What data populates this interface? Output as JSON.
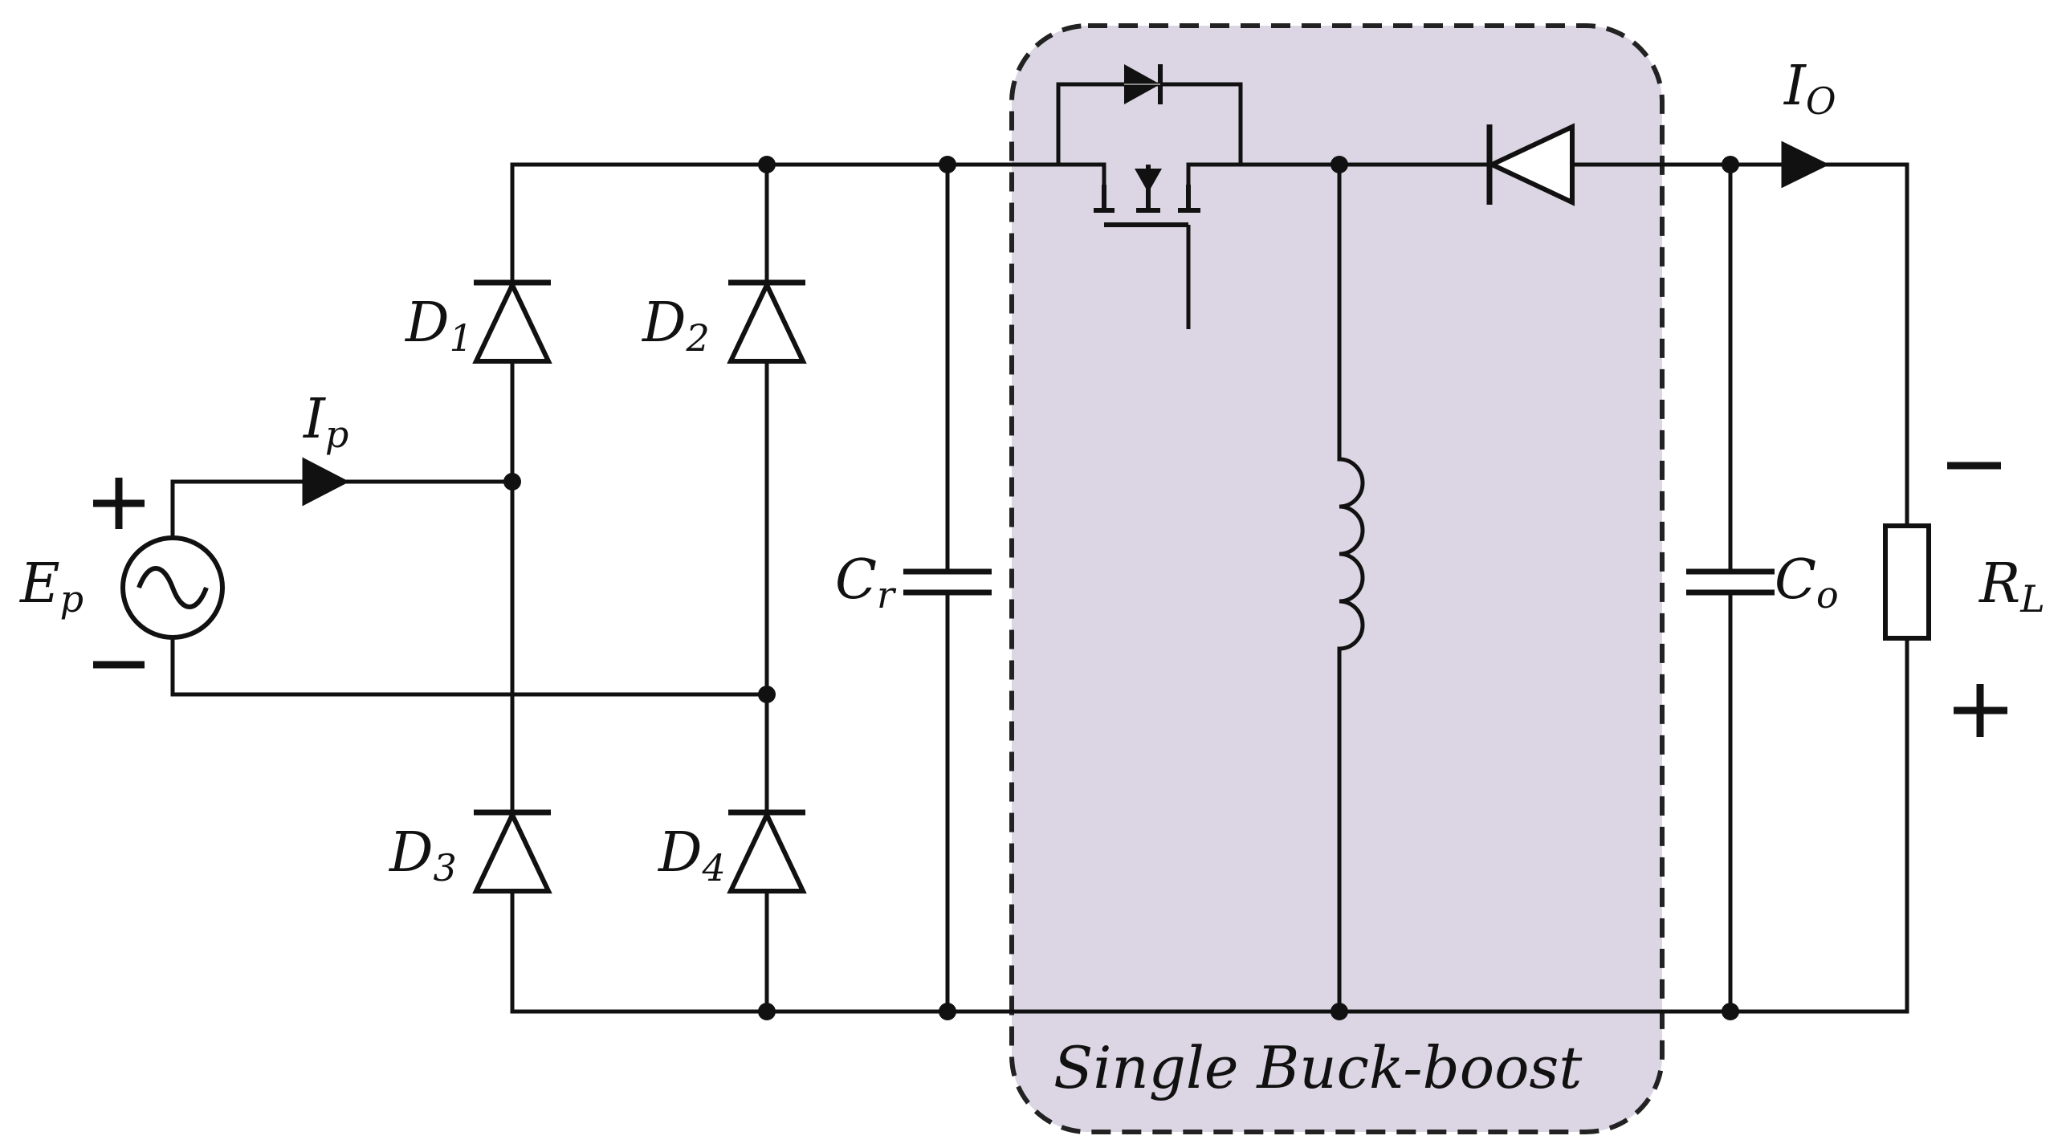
{
  "labels": {
    "source": {
      "main": "E",
      "sub": "p"
    },
    "input_current": {
      "main": "I",
      "sub": "p"
    },
    "output_current": {
      "main": "I",
      "sub": "O"
    },
    "d1": {
      "main": "D",
      "sub": "1"
    },
    "d2": {
      "main": "D",
      "sub": "2"
    },
    "d3": {
      "main": "D",
      "sub": "3"
    },
    "d4": {
      "main": "D",
      "sub": "4"
    },
    "cr": {
      "main": "C",
      "sub": "r"
    },
    "co": {
      "main": "C",
      "sub": "o"
    },
    "rl": {
      "main": "R",
      "sub": "L"
    },
    "block": "Single Buck-boost"
  },
  "signs": {
    "source_plus": "+",
    "source_minus": "−",
    "load_minus": "−",
    "load_plus": "+"
  },
  "colors": {
    "block_fill": "#dcd6e4",
    "line": "#111111"
  }
}
